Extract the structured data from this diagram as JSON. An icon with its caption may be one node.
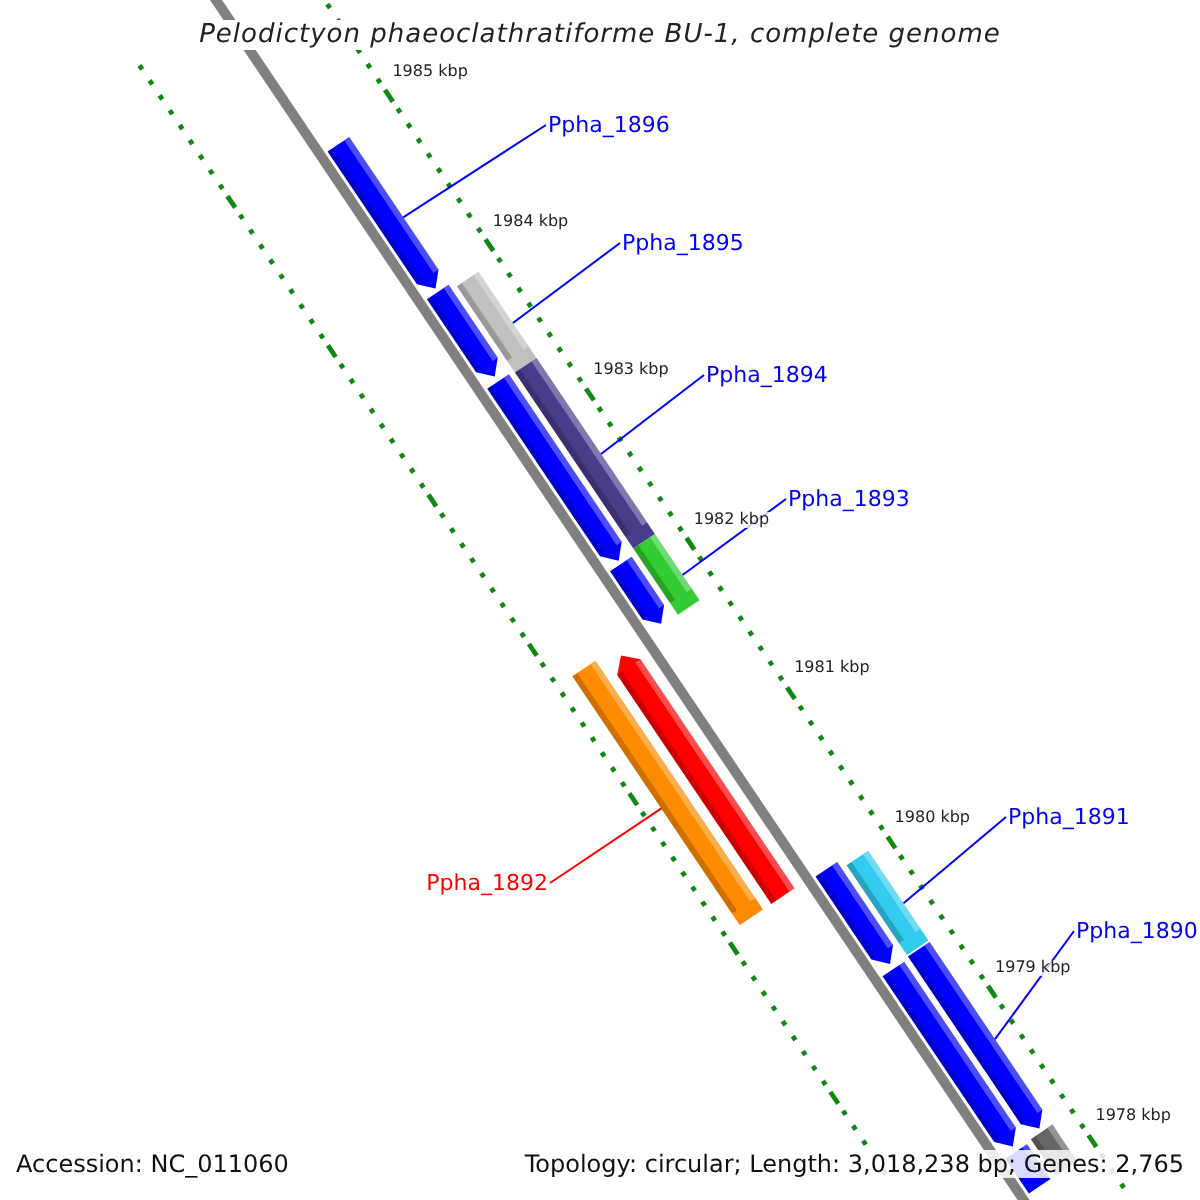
{
  "diagram": {
    "title": "Pelodictyon phaeoclathratiforme BU-1, complete genome",
    "nodes": [
      {
        "text": [
          "Ppha_1896"
        ]
      },
      {
        "text": [
          "Ppha_1895"
        ]
      },
      {
        "text": [
          "Ppha_1894"
        ]
      },
      {
        "text": [
          "Ppha_1893"
        ]
      },
      {
        "text": [
          "Ppha_1892"
        ]
      },
      {
        "text": [
          "Ppha_1891"
        ]
      },
      {
        "text": [
          "Ppha_1890"
        ]
      },
      {
        "text": [],
        "shape": "bar"
      },
      {
        "text": [],
        "shape": "bar"
      },
      {
        "text": [],
        "shape": "bar"
      },
      {
        "text": [],
        "shape": "bar"
      },
      {
        "text": [],
        "shape": "bar"
      },
      {
        "text": [],
        "shape": "bar"
      },
      {
        "text": [],
        "shape": "bar"
      }
    ],
    "edges": [
      {
        "from": 0,
        "to": 7,
        "arrow": "none"
      },
      {
        "from": 1,
        "to": 8,
        "arrow": "none"
      },
      {
        "from": 2,
        "to": 9,
        "arrow": "none"
      },
      {
        "from": 3,
        "to": 10,
        "arrow": "none"
      },
      {
        "from": 4,
        "to": 11,
        "arrow": "none",
        "color": "#ff0000"
      },
      {
        "from": 5,
        "to": 12,
        "arrow": "none"
      },
      {
        "from": 6,
        "to": 13,
        "arrow": "none"
      }
    ],
    "labels": [
      "1985 kbp",
      "1984 kbp",
      "1983 kbp",
      "1982 kbp",
      "1981 kbp",
      "1980 kbp",
      "1979 kbp",
      "1978 kbp",
      "Accession: NC_011060",
      "Topology: circular; Length: 3,018,238 bp; Genes: 2,765"
    ]
  }
}
